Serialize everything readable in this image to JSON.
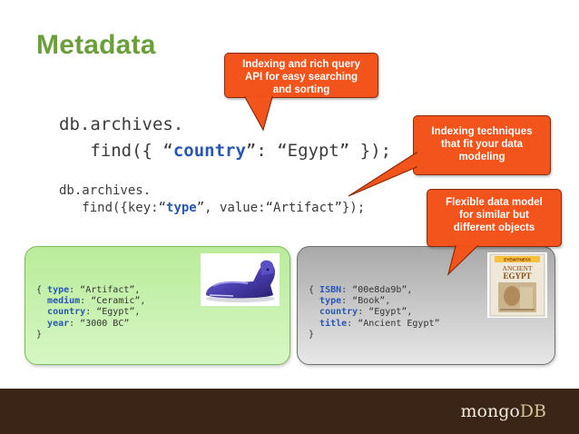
{
  "slide": {
    "title": "Metadata",
    "query1": {
      "line1": "db.archives.",
      "line2_prefix": "   find({ “",
      "line2_key": "country",
      "line2_suffix": "”: “Egypt” });"
    },
    "query2": {
      "line1": "db.archives.",
      "line2_prefix": "   find({key:“",
      "line2_key": "type",
      "line2_suffix": "”, value:“Artifact”});"
    },
    "callouts": [
      {
        "lines": [
          "Indexing and rich query",
          "API for easy searching",
          "and sorting"
        ]
      },
      {
        "lines": [
          "Indexing techniques",
          "that fit your data",
          "modeling"
        ]
      },
      {
        "lines": [
          "Flexible data model",
          "for similar but",
          "different objects"
        ]
      }
    ],
    "colors": {
      "title": "#6a9f3b",
      "callout": "#f2541b",
      "keyword": "#2a57b3",
      "green_box": "#c7f1ae",
      "grey_box": "#c8c8c8",
      "footer": "#3b2516"
    }
  },
  "documents": {
    "artifact": {
      "open": "{ ",
      "fields": [
        {
          "indent": "",
          "key": "type",
          "value": ": “Artifact”,"
        },
        {
          "indent": "  ",
          "key": "medium",
          "value": ": “Ceramic”,"
        },
        {
          "indent": "  ",
          "key": "country",
          "value": ": “Egypt”,"
        },
        {
          "indent": "  ",
          "key": "year",
          "value": ": “3000 BC”"
        }
      ],
      "close": "}",
      "image": "sphinx-artifact-image"
    },
    "book": {
      "open": "{ ",
      "fields": [
        {
          "indent": "",
          "key": "ISBN",
          "value": ": “00e8da9b”,"
        },
        {
          "indent": "  ",
          "key": "type",
          "value": ": “Book”,"
        },
        {
          "indent": "  ",
          "key": "country",
          "value": ": “Egypt”,"
        },
        {
          "indent": "  ",
          "key": "title",
          "value": ": “Ancient Egypt”"
        }
      ],
      "close": "}",
      "cover": {
        "top_label": "EYEWITNESS",
        "line1": "ANCIENT",
        "line2": "EGYPT"
      }
    }
  },
  "footer": {
    "logo_part1": "mongo",
    "logo_part2": "DB"
  }
}
